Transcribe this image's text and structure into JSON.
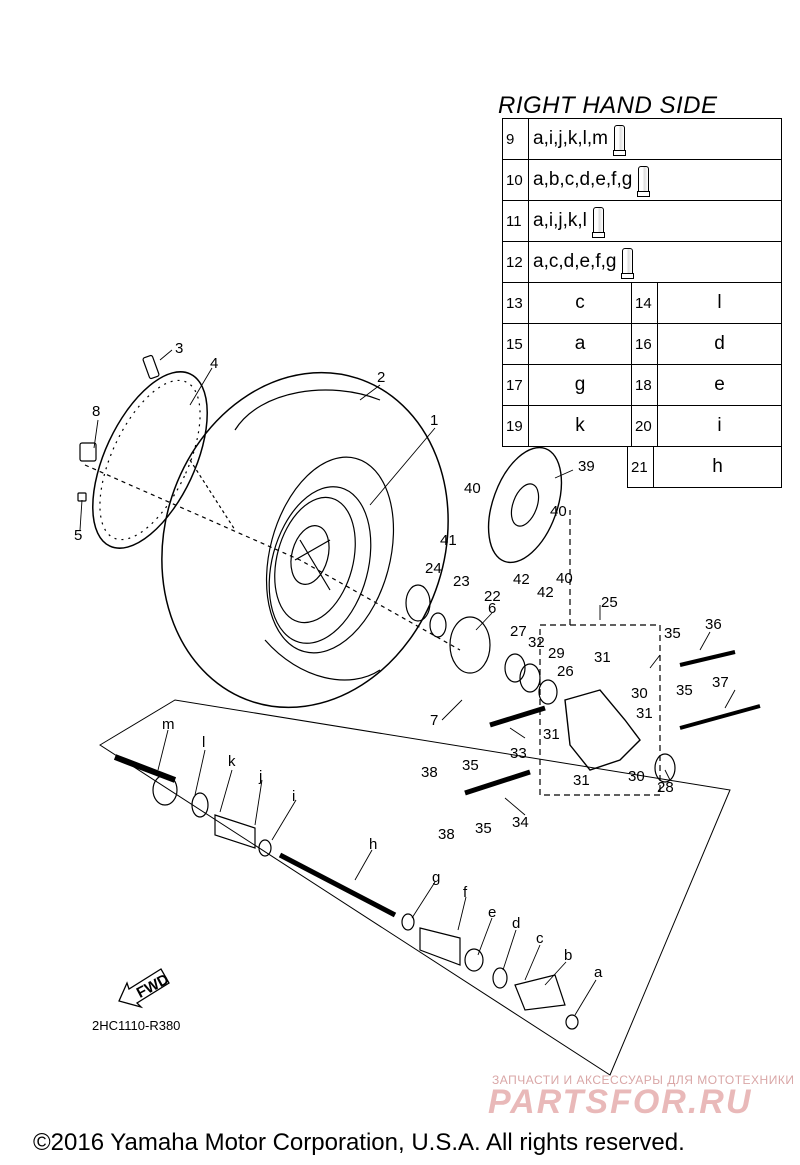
{
  "right_hand_side": {
    "title": "RIGHT HAND SIDE",
    "wide_rows": [
      {
        "num": "9",
        "value": "a,i,j,k,l,m"
      },
      {
        "num": "10",
        "value": "a,b,c,d,e,f,g"
      },
      {
        "num": "11",
        "value": "a,i,j,k,l"
      },
      {
        "num": "12",
        "value": "a,c,d,e,f,g"
      }
    ],
    "pair_rows": [
      {
        "num1": "13",
        "val1": "c",
        "num2": "14",
        "val2": "l"
      },
      {
        "num1": "15",
        "val1": "a",
        "num2": "16",
        "val2": "d"
      },
      {
        "num1": "17",
        "val1": "g",
        "num2": "18",
        "val2": "e"
      },
      {
        "num1": "19",
        "val1": "k",
        "num2": "20",
        "val2": "i"
      }
    ],
    "last_row": {
      "num": "21",
      "value": "h"
    }
  },
  "callouts": {
    "c1": "1",
    "c2": "2",
    "c3": "3",
    "c4": "4",
    "c5": "5",
    "c6": "6",
    "c7": "7",
    "c8": "8",
    "c22": "22",
    "c23": "23",
    "c24": "24",
    "c25": "25",
    "c26": "26",
    "c27": "27",
    "c28": "28",
    "c29": "29",
    "c30a": "30",
    "c30b": "30",
    "c31a": "31",
    "c31b": "31",
    "c31c": "31",
    "c31d": "31",
    "c32": "32",
    "c33": "33",
    "c34": "34",
    "c35a": "35",
    "c35b": "35",
    "c35c": "35",
    "c35d": "35",
    "c36": "36",
    "c37": "37",
    "c38a": "38",
    "c38b": "38",
    "c39": "39",
    "c40a": "40",
    "c40b": "40",
    "c40c": "40",
    "c41": "41",
    "c42a": "42",
    "c42b": "42",
    "la": "a",
    "lb": "b",
    "lc": "c",
    "ld": "d",
    "le": "e",
    "lf": "f",
    "lg": "g",
    "lh": "h",
    "li": "i",
    "lj": "j",
    "lk": "k",
    "ll": "l",
    "lm": "m"
  },
  "fwd_label": "FWD",
  "diagram_code": "2HC1110-R380",
  "watermark_small": "ЗАПЧАСТИ И АКСЕССУАРЫ ДЛЯ МОТОТЕХНИКИ",
  "watermark_big": "PARTSFOR.RU",
  "copyright": "©2016 Yamaha Motor Corporation, U.S.A. All rights reserved.",
  "colors": {
    "line": "#000000",
    "watermark": "#e9b9b9"
  }
}
